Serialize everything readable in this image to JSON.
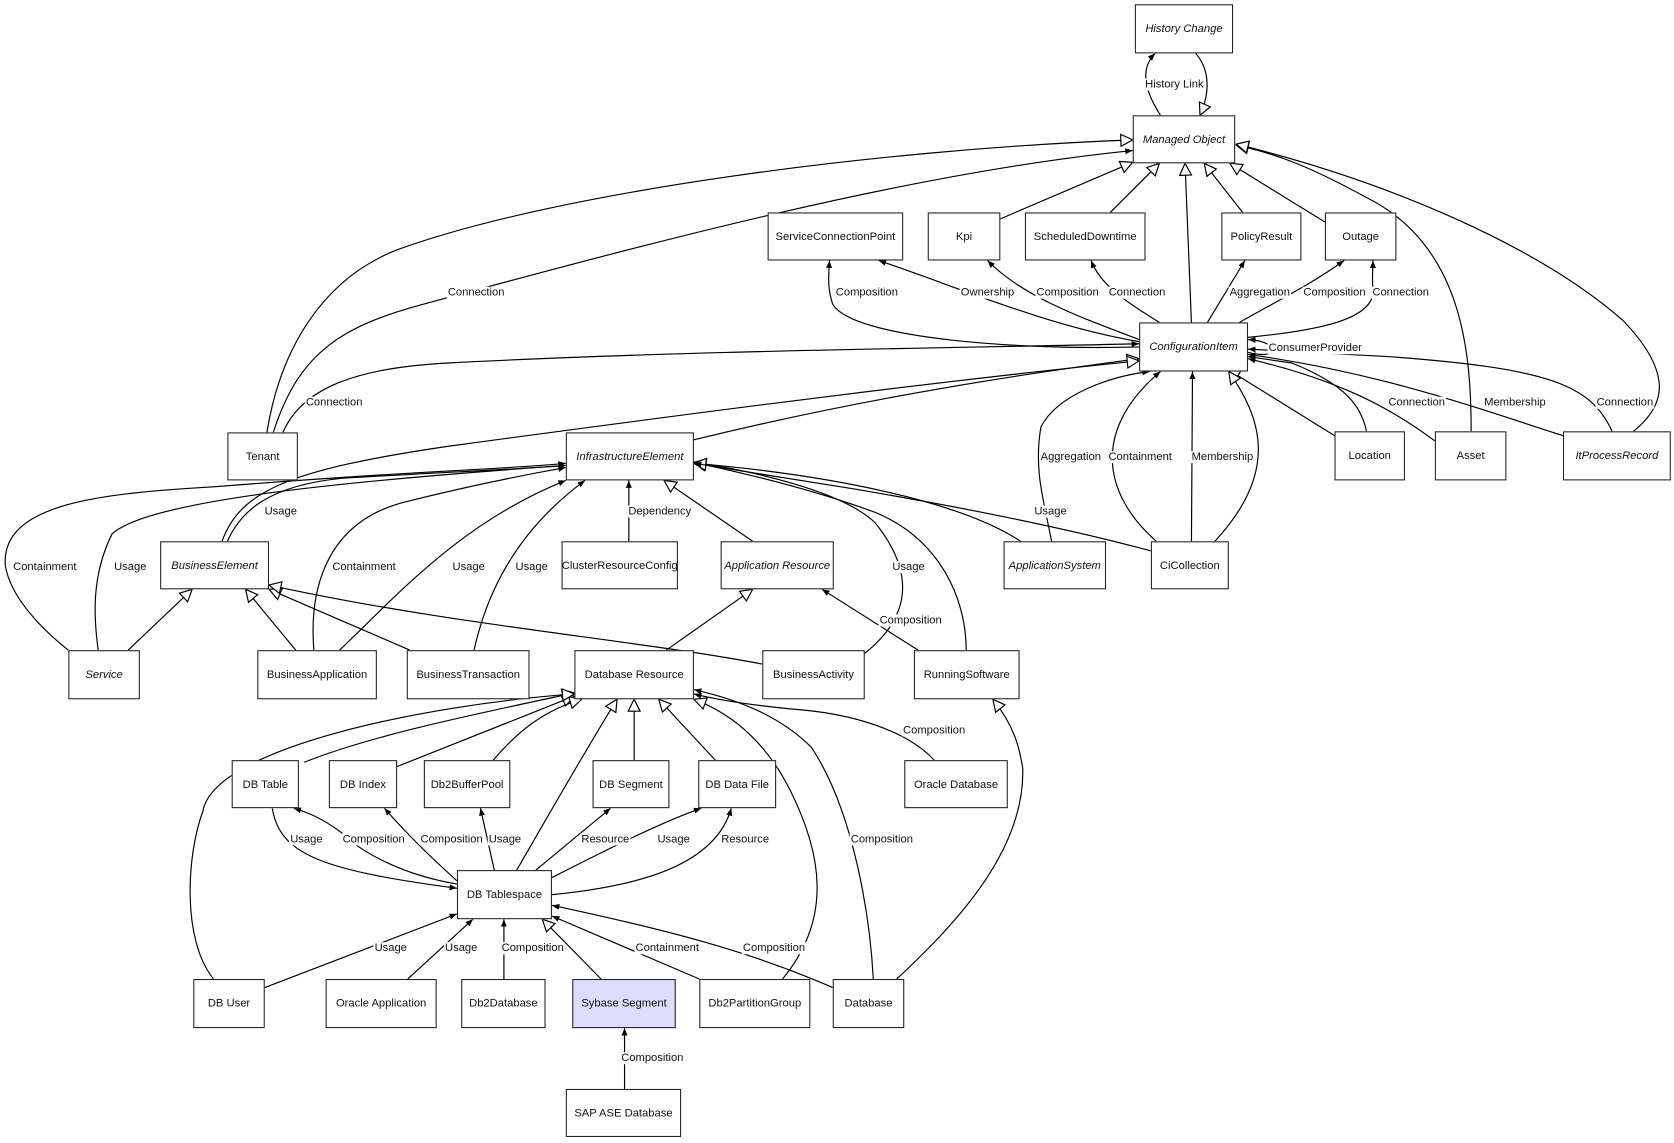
{
  "diagram": {
    "type": "uml-class-relationship-graph",
    "highlight_color": "#dcdcfc",
    "nodes": [
      {
        "id": "history_change",
        "label": "History Change",
        "abstract": true
      },
      {
        "id": "managed_object",
        "label": "Managed Object",
        "abstract": true
      },
      {
        "id": "service_connection_point",
        "label": "ServiceConnectionPoint"
      },
      {
        "id": "kpi",
        "label": "Kpi"
      },
      {
        "id": "scheduled_downtime",
        "label": "ScheduledDowntime"
      },
      {
        "id": "policy_result",
        "label": "PolicyResult"
      },
      {
        "id": "outage",
        "label": "Outage"
      },
      {
        "id": "configuration_item",
        "label": "ConfigurationItem",
        "abstract": true
      },
      {
        "id": "tenant",
        "label": "Tenant"
      },
      {
        "id": "infrastructure_element",
        "label": "InfrastructureElement",
        "abstract": true
      },
      {
        "id": "location",
        "label": "Location"
      },
      {
        "id": "asset",
        "label": "Asset"
      },
      {
        "id": "it_process_record",
        "label": "ItProcessRecord",
        "abstract": true
      },
      {
        "id": "business_element",
        "label": "BusinessElement",
        "abstract": true
      },
      {
        "id": "cluster_resource_config",
        "label": "ClusterResourceConfig"
      },
      {
        "id": "application_resource",
        "label": "Application Resource",
        "abstract": true
      },
      {
        "id": "application_system",
        "label": "ApplicationSystem",
        "abstract": true
      },
      {
        "id": "ci_collection",
        "label": "CiCollection"
      },
      {
        "id": "service",
        "label": "Service",
        "abstract": true
      },
      {
        "id": "business_application",
        "label": "BusinessApplication"
      },
      {
        "id": "business_transaction",
        "label": "BusinessTransaction"
      },
      {
        "id": "database_resource",
        "label": "Database Resource"
      },
      {
        "id": "business_activity",
        "label": "BusinessActivity"
      },
      {
        "id": "running_software",
        "label": "RunningSoftware"
      },
      {
        "id": "db_table",
        "label": "DB Table"
      },
      {
        "id": "db_index",
        "label": "DB Index"
      },
      {
        "id": "db2_buffer_pool",
        "label": "Db2BufferPool"
      },
      {
        "id": "db_segment",
        "label": "DB Segment"
      },
      {
        "id": "db_data_file",
        "label": "DB Data File"
      },
      {
        "id": "oracle_database",
        "label": "Oracle Database"
      },
      {
        "id": "db_tablespace",
        "label": "DB Tablespace"
      },
      {
        "id": "db_user",
        "label": "DB User"
      },
      {
        "id": "oracle_application",
        "label": "Oracle Application"
      },
      {
        "id": "db2_database",
        "label": "Db2Database"
      },
      {
        "id": "sybase_segment",
        "label": "Sybase Segment",
        "highlighted": true
      },
      {
        "id": "db2_partition_group",
        "label": "Db2PartitionGroup"
      },
      {
        "id": "database",
        "label": "Database"
      },
      {
        "id": "sap_ase_database",
        "label": "SAP ASE Database"
      }
    ],
    "edges": [
      {
        "from": "managed_object",
        "to": "history_change",
        "kind": "association",
        "label": "History Link"
      },
      {
        "from": "history_change",
        "to": "managed_object",
        "kind": "generalization",
        "label": ""
      },
      {
        "from": "tenant",
        "to": "managed_object",
        "kind": "generalization",
        "label": ""
      },
      {
        "from": "tenant",
        "to": "managed_object",
        "kind": "association",
        "label": "Connection"
      },
      {
        "from": "kpi",
        "to": "managed_object",
        "kind": "generalization",
        "label": ""
      },
      {
        "from": "scheduled_downtime",
        "to": "managed_object",
        "kind": "generalization",
        "label": ""
      },
      {
        "from": "configuration_item",
        "to": "managed_object",
        "kind": "generalization",
        "label": ""
      },
      {
        "from": "policy_result",
        "to": "managed_object",
        "kind": "generalization",
        "label": ""
      },
      {
        "from": "outage",
        "to": "managed_object",
        "kind": "generalization",
        "label": ""
      },
      {
        "from": "asset",
        "to": "managed_object",
        "kind": "generalization",
        "label": ""
      },
      {
        "from": "it_process_record",
        "to": "managed_object",
        "kind": "generalization",
        "label": ""
      },
      {
        "from": "configuration_item",
        "to": "service_connection_point",
        "kind": "association",
        "label": "Composition"
      },
      {
        "from": "configuration_item",
        "to": "service_connection_point",
        "kind": "association",
        "label": "Ownership"
      },
      {
        "from": "configuration_item",
        "to": "kpi",
        "kind": "association",
        "label": "Composition"
      },
      {
        "from": "configuration_item",
        "to": "scheduled_downtime",
        "kind": "association",
        "label": "Connection"
      },
      {
        "from": "configuration_item",
        "to": "policy_result",
        "kind": "association",
        "label": "Aggregation"
      },
      {
        "from": "configuration_item",
        "to": "outage",
        "kind": "association",
        "label": "Composition"
      },
      {
        "from": "configuration_item",
        "to": "outage",
        "kind": "association",
        "label": "Connection"
      },
      {
        "from": "configuration_item",
        "to": "configuration_item",
        "kind": "association",
        "label": "ConsumerProvider"
      },
      {
        "from": "tenant",
        "to": "configuration_item",
        "kind": "association",
        "label": "Connection"
      },
      {
        "from": "location",
        "to": "configuration_item",
        "kind": "association",
        "label": "Membership"
      },
      {
        "from": "location",
        "to": "configuration_item",
        "kind": "generalization",
        "label": ""
      },
      {
        "from": "asset",
        "to": "configuration_item",
        "kind": "association",
        "label": "Connection"
      },
      {
        "from": "it_process_record",
        "to": "configuration_item",
        "kind": "association",
        "label": "Membership"
      },
      {
        "from": "it_process_record",
        "to": "configuration_item",
        "kind": "association",
        "label": "Connection"
      },
      {
        "from": "infrastructure_element",
        "to": "configuration_item",
        "kind": "generalization",
        "label": ""
      },
      {
        "from": "business_element",
        "to": "configuration_item",
        "kind": "generalization",
        "label": ""
      },
      {
        "from": "application_system",
        "to": "configuration_item",
        "kind": "association",
        "label": "Aggregation"
      },
      {
        "from": "ci_collection",
        "to": "configuration_item",
        "kind": "association",
        "label": "Containment"
      },
      {
        "from": "ci_collection",
        "to": "configuration_item",
        "kind": "association",
        "label": "Membership"
      },
      {
        "from": "ci_collection",
        "to": "configuration_item",
        "kind": "generalization",
        "label": ""
      },
      {
        "from": "business_element",
        "to": "infrastructure_element",
        "kind": "association",
        "label": "Usage"
      },
      {
        "from": "service",
        "to": "infrastructure_element",
        "kind": "association",
        "label": "Containment"
      },
      {
        "from": "service",
        "to": "infrastructure_element",
        "kind": "association",
        "label": "Usage"
      },
      {
        "from": "business_application",
        "to": "infrastructure_element",
        "kind": "association",
        "label": "Containment"
      },
      {
        "from": "business_application",
        "to": "infrastructure_element",
        "kind": "association",
        "label": "Usage"
      },
      {
        "from": "business_transaction",
        "to": "infrastructure_element",
        "kind": "association",
        "label": "Usage"
      },
      {
        "from": "cluster_resource_config",
        "to": "infrastructure_element",
        "kind": "association",
        "label": "Dependency"
      },
      {
        "from": "application_resource",
        "to": "infrastructure_element",
        "kind": "generalization",
        "label": ""
      },
      {
        "from": "business_activity",
        "to": "infrastructure_element",
        "kind": "association",
        "label": "Usage"
      },
      {
        "from": "running_software",
        "to": "infrastructure_element",
        "kind": "generalization",
        "label": ""
      },
      {
        "from": "application_system",
        "to": "infrastructure_element",
        "kind": "generalization",
        "label": ""
      },
      {
        "from": "ci_collection",
        "to": "infrastructure_element",
        "kind": "association",
        "label": "Usage"
      },
      {
        "from": "service",
        "to": "business_element",
        "kind": "generalization",
        "label": ""
      },
      {
        "from": "business_application",
        "to": "business_element",
        "kind": "generalization",
        "label": ""
      },
      {
        "from": "business_transaction",
        "to": "business_element",
        "kind": "generalization",
        "label": ""
      },
      {
        "from": "business_activity",
        "to": "business_element",
        "kind": "generalization",
        "label": ""
      },
      {
        "from": "database_resource",
        "to": "application_resource",
        "kind": "generalization",
        "label": ""
      },
      {
        "from": "running_software",
        "to": "application_resource",
        "kind": "association",
        "label": "Composition"
      },
      {
        "from": "db_table",
        "to": "database_resource",
        "kind": "generalization",
        "label": ""
      },
      {
        "from": "db_index",
        "to": "database_resource",
        "kind": "generalization",
        "label": ""
      },
      {
        "from": "db2_buffer_pool",
        "to": "database_resource",
        "kind": "generalization",
        "label": ""
      },
      {
        "from": "db_tablespace",
        "to": "database_resource",
        "kind": "generalization",
        "label": ""
      },
      {
        "from": "db_segment",
        "to": "database_resource",
        "kind": "generalization",
        "label": ""
      },
      {
        "from": "db_data_file",
        "to": "database_resource",
        "kind": "generalization",
        "label": ""
      },
      {
        "from": "db_user",
        "to": "database_resource",
        "kind": "generalization",
        "label": ""
      },
      {
        "from": "db2_partition_group",
        "to": "database_resource",
        "kind": "generalization",
        "label": ""
      },
      {
        "from": "database",
        "to": "database_resource",
        "kind": "association",
        "label": "Composition"
      },
      {
        "from": "oracle_database",
        "to": "database_resource",
        "kind": "association",
        "label": "Composition"
      },
      {
        "from": "database",
        "to": "running_software",
        "kind": "generalization",
        "label": ""
      },
      {
        "from": "db_tablespace",
        "to": "db_table",
        "kind": "association",
        "label": "Composition"
      },
      {
        "from": "db_table",
        "to": "db_tablespace",
        "kind": "association",
        "label": "Usage"
      },
      {
        "from": "db_tablespace",
        "to": "db_index",
        "kind": "association",
        "label": "Composition"
      },
      {
        "from": "db_tablespace",
        "to": "db2_buffer_pool",
        "kind": "association",
        "label": "Usage"
      },
      {
        "from": "db_tablespace",
        "to": "db_segment",
        "kind": "association",
        "label": "Resource"
      },
      {
        "from": "db_tablespace",
        "to": "db_data_file",
        "kind": "association",
        "label": "Usage"
      },
      {
        "from": "db_tablespace",
        "to": "db_data_file",
        "kind": "association",
        "label": "Resource"
      },
      {
        "from": "db_user",
        "to": "db_tablespace",
        "kind": "association",
        "label": "Usage"
      },
      {
        "from": "oracle_application",
        "to": "db_tablespace",
        "kind": "association",
        "label": "Usage"
      },
      {
        "from": "db2_database",
        "to": "db_tablespace",
        "kind": "association",
        "label": "Composition"
      },
      {
        "from": "sybase_segment",
        "to": "db_tablespace",
        "kind": "generalization",
        "label": ""
      },
      {
        "from": "db2_partition_group",
        "to": "db_tablespace",
        "kind": "association",
        "label": "Containment"
      },
      {
        "from": "database",
        "to": "db_tablespace",
        "kind": "association",
        "label": "Composition"
      },
      {
        "from": "sap_ase_database",
        "to": "sybase_segment",
        "kind": "association",
        "label": "Composition"
      }
    ]
  }
}
